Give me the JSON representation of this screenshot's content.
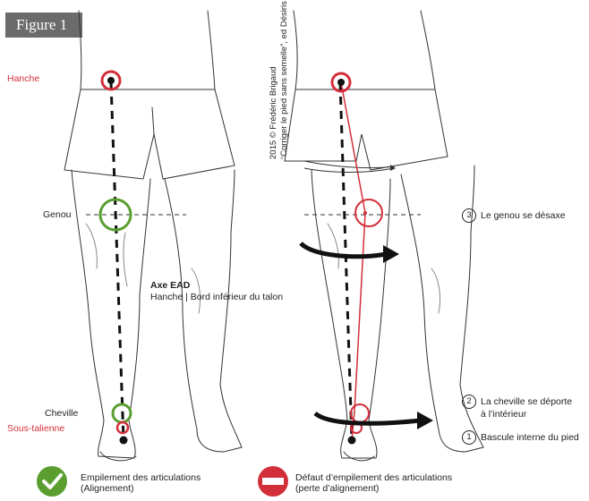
{
  "figure_label": "Figure 1",
  "credit_line1": "2015 © Frédéric Brigaud",
  "credit_line2": "“Corriger le pied sans semelle”, ed Désiris",
  "left_labels": {
    "hanche": "Hanche",
    "genou": "Genou",
    "cheville": "Cheville",
    "sous_talienne": "Sous-talienne"
  },
  "axis": {
    "title": "Axe EAD",
    "subtitle": "Hanche | Bord inférieur du talon"
  },
  "steps": [
    {
      "num": "3",
      "text": "Le genou se désaxe"
    },
    {
      "num": "2",
      "text": "La cheville se déporte",
      "text2": "à l’intérieur"
    },
    {
      "num": "1",
      "text": "Bascule interne du pied"
    }
  ],
  "legend_good": {
    "line1": "Empilement des articulations",
    "line2": "(Alignement)",
    "color": "#5a9e2f"
  },
  "legend_bad": {
    "line1": "Défaut d’empilement des articulations",
    "line2": "(perte d’alignement)",
    "color": "#d32f3a"
  },
  "colors": {
    "red": "#d32f3a",
    "green": "#5a9e2f",
    "ink": "#222222"
  }
}
